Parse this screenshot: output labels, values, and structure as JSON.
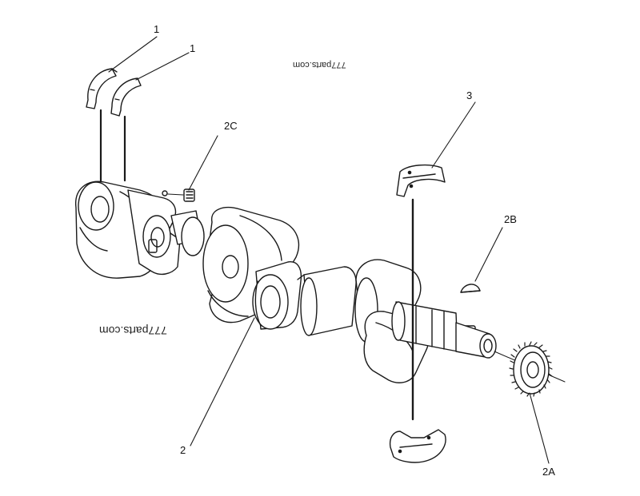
{
  "callouts": {
    "label_1a": "1",
    "label_1b": "1",
    "label_2": "2",
    "label_2A": "2A",
    "label_2B": "2B",
    "label_2C": "2C",
    "label_3": "3"
  },
  "watermarks": {
    "top": "777parts.com",
    "middle": "777parts.com"
  },
  "colors": {
    "line": "#1a1a1a",
    "fill": "#ffffff",
    "shade": "#d8d8d8"
  }
}
